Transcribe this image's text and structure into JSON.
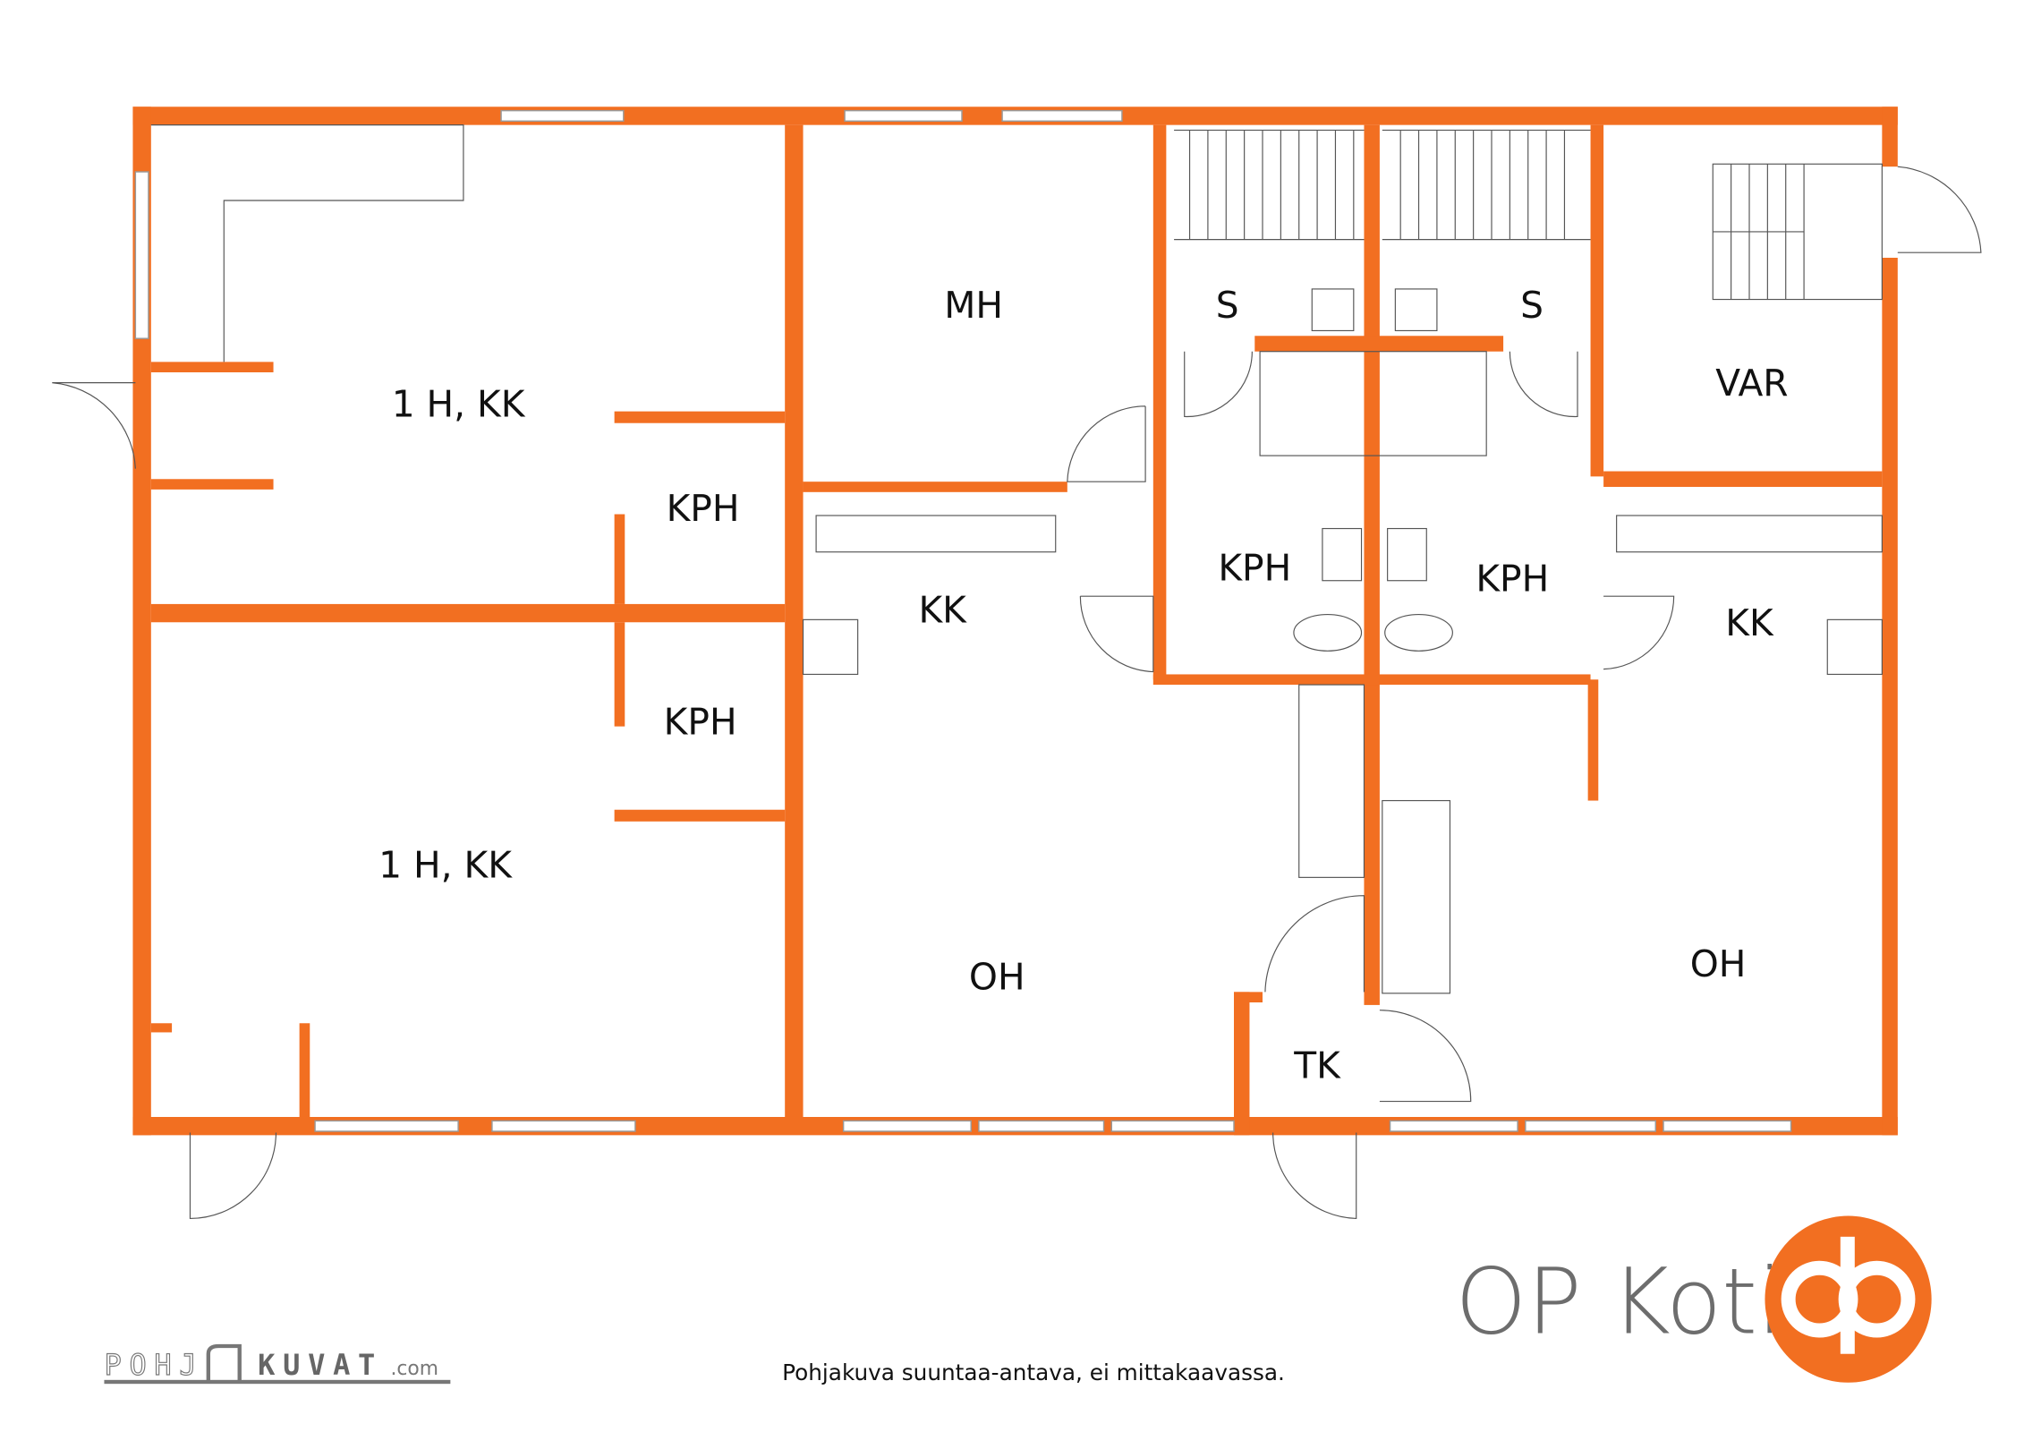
{
  "rooms": {
    "studio_top": "1 H, KK",
    "studio_bottom": "1 H, KK",
    "kph_1": "KPH",
    "kph_2": "KPH",
    "mh": "MH",
    "kk_left": "KK",
    "oh_left": "OH",
    "s_left": "S",
    "s_right": "S",
    "kph_3": "KPH",
    "kph_4": "KPH",
    "var": "VAR",
    "kk_right": "KK",
    "oh_right": "OH",
    "tk": "TK"
  },
  "footer": {
    "note": "Pohjakuva suuntaa-antava, ei mittakaavassa.",
    "brand": "OP Koti",
    "credit_left": "POHJ",
    "credit_right": "KUVAT",
    "credit_domain": ".com"
  },
  "colors": {
    "wall": "#F26F21",
    "text": "#111111",
    "brand_gray": "#6d6d6d"
  }
}
